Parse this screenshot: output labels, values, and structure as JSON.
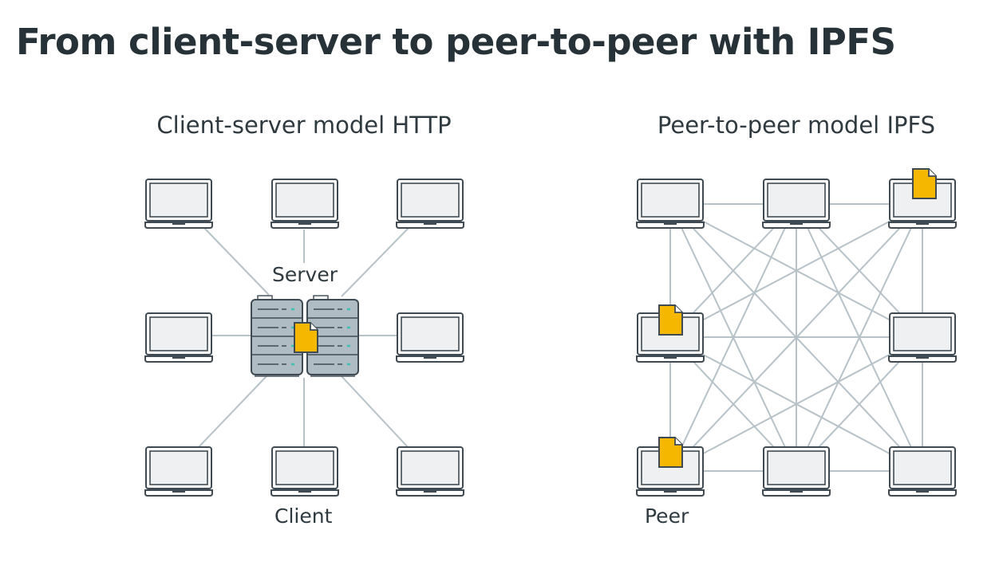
{
  "title": "From client-server to peer-to-peer with IPFS",
  "left_panel": {
    "title": "Client-server model HTTP",
    "server_label": "Server",
    "client_label": "Client"
  },
  "right_panel": {
    "title": "Peer-to-peer model IPFS",
    "peer_label": "Peer"
  },
  "colors": {
    "text": "#263238",
    "line": "#b6c2c8",
    "device_stroke": "#3f4a52",
    "screen": "#eef0f1",
    "server_fill": "#b0bcc3",
    "file": "#f5b700",
    "led": "#3cc0b4"
  },
  "icons": [
    "laptop-icon",
    "server-rack-icon",
    "file-icon"
  ]
}
